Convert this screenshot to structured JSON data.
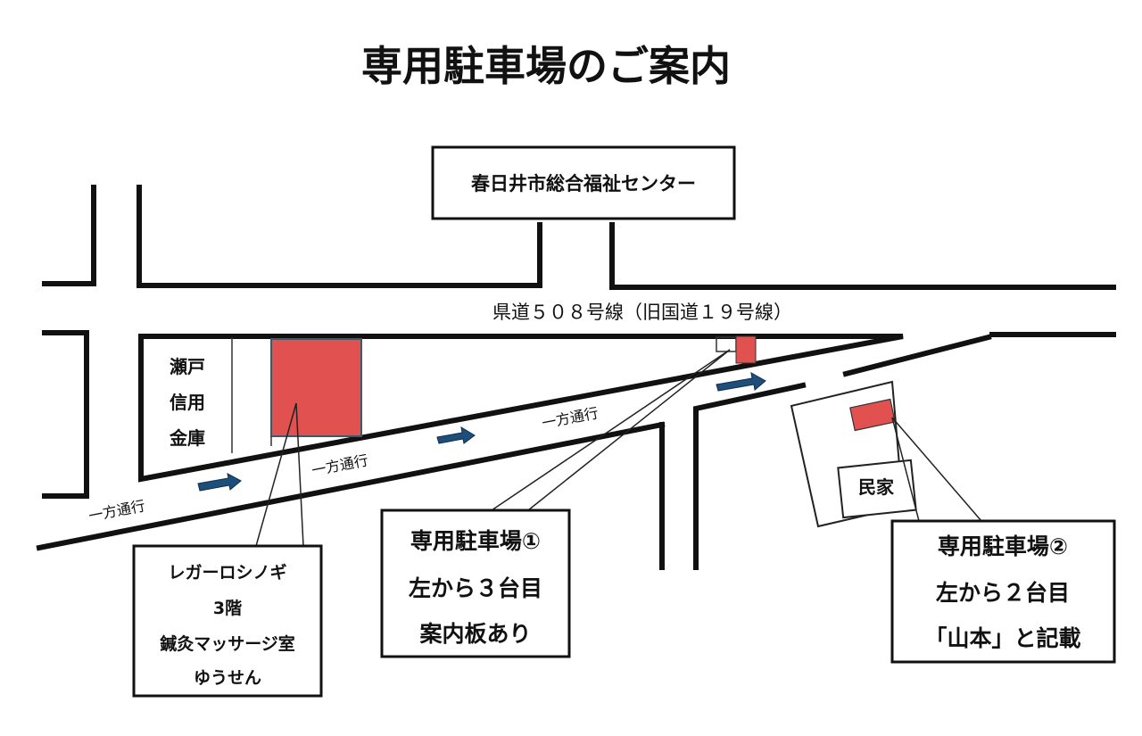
{
  "title": "専用駐車場のご案内",
  "landmark": "春日井市総合福祉センター",
  "main_road": "県道５０８号線（旧国道１９号線）",
  "one_way": [
    "一方通行",
    "一方通行",
    "一方通行"
  ],
  "bank": [
    "瀬戸",
    "信用",
    "金庫"
  ],
  "house": "民家",
  "building_callout": [
    "レガーロシノギ",
    "3階",
    "鍼灸マッサージ室",
    "ゆうせん"
  ],
  "parking_1": [
    "専用駐車場①",
    "左から３台目",
    "案内板あり"
  ],
  "parking_2": [
    "専用駐車場②",
    "左から２台目",
    "「山本」と記載"
  ],
  "colors": {
    "parking_fill": "#e0514f",
    "arrow_fill": "#1d4f7a",
    "road_line": "#111111"
  }
}
